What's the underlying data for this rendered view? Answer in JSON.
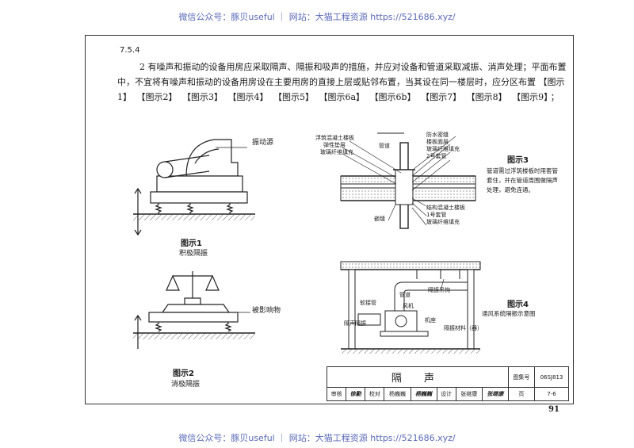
{
  "watermark": {
    "text": "微信公众号：豚贝useful ｜ 网站：大猫工程资源 https://521686.xyz/"
  },
  "section": {
    "number": "7.5.4"
  },
  "body": {
    "paragraph_start": "2  有噪声和振动的设备用房应采取隔声、隔振和吸声的措施，并应对设备和管道采取减振、消声处理；平面布置中，不宜将有噪声和振动的设备用房设在主要用房的直接上层或贴邻布置，当其设在同一楼层时，应分区布置",
    "refs": [
      "【图示1】",
      "【图示2】",
      "【图示3】",
      "【图示4】",
      "【图示5】",
      "【图示6a】",
      "【图示6b】",
      "【图示7】",
      "【图示8】",
      "【图示9】"
    ],
    "paragraph_end": "；"
  },
  "figures": {
    "fig1": {
      "title": "图示1",
      "subtitle": "积极隔振",
      "callout": "振动源"
    },
    "fig2": {
      "title": "图示2",
      "subtitle": "消极隔振",
      "callout": "被影响物"
    },
    "fig3": {
      "title": "图示3",
      "note": "管道需过浮筑楼板时用套管套住，并在管道周围做隔声处理，避免连通。",
      "callouts_upper": [
        "浮筑混凝土楼板",
        "弹性垫层",
        "玻璃纤维填充"
      ],
      "callouts_right": [
        "防水密缝",
        "楼板面层",
        "玻璃纤维填充",
        "2号套管"
      ],
      "label_pipe": "管道",
      "label_seal": "嵌缝",
      "callouts_lower": [
        "结构混凝土楼板",
        "1号套管",
        "玻璃纤维填充"
      ]
    },
    "fig4": {
      "title": "图示4",
      "subtitle": "通风系统隔振示意图",
      "labels": {
        "hanger": "隔振吊钩",
        "duct": "管道",
        "flex": "软接管",
        "fan": "风机",
        "wall": "隔声隔振",
        "base": "机座",
        "material": "隔振材料（器）"
      }
    }
  },
  "title_block": {
    "title": "隔 声",
    "atlas_label": "图集号",
    "atlas_no": "06SJ813",
    "review_label": "审核",
    "review_sig": "徐勤",
    "check_label": "校对",
    "check_name": "杨巍巍",
    "check_sig": "杨巍巍",
    "design_label": "设计",
    "design_name": "张继康",
    "design_sig": "张继康",
    "page_label": "页",
    "page_value": "7-6"
  },
  "page_number": "91"
}
